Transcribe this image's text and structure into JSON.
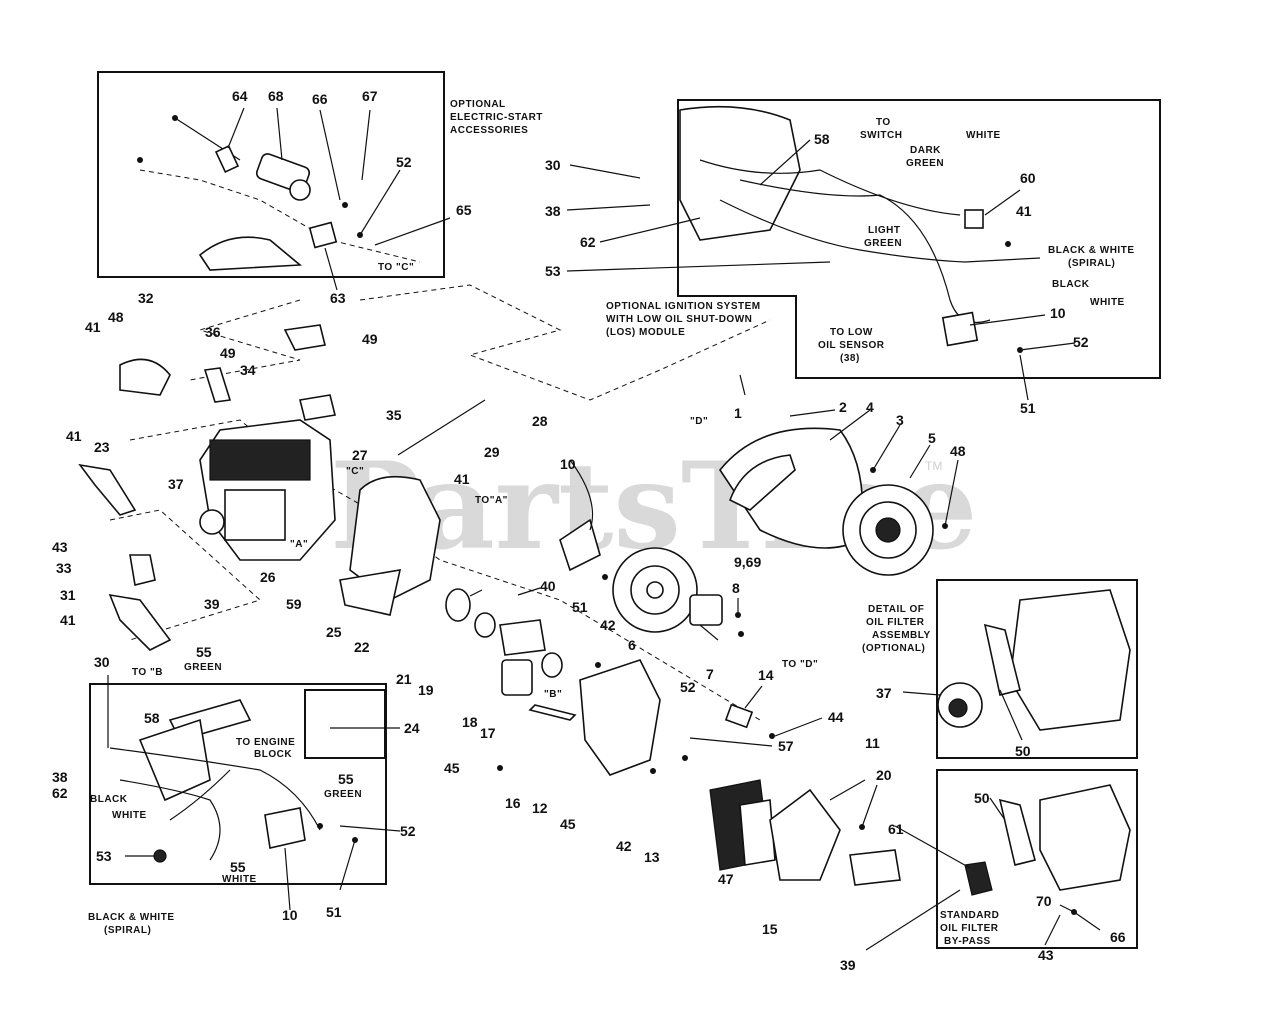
{
  "watermark": {
    "text": "PartsTree",
    "tm": "TM"
  },
  "captions": [
    {
      "id": "opt-electric-1",
      "text": "OPTIONAL"
    },
    {
      "id": "opt-electric-2",
      "text": "ELECTRIC-START"
    },
    {
      "id": "opt-electric-3",
      "text": "ACCESSORIES"
    },
    {
      "id": "to-switch-1",
      "text": "TO"
    },
    {
      "id": "to-switch-2",
      "text": "SWITCH"
    },
    {
      "id": "white-top",
      "text": "WHITE"
    },
    {
      "id": "dark-green-1",
      "text": "DARK"
    },
    {
      "id": "dark-green-2",
      "text": "GREEN"
    },
    {
      "id": "light-green-1",
      "text": "LIGHT"
    },
    {
      "id": "light-green-2",
      "text": "GREEN"
    },
    {
      "id": "black-white-1",
      "text": "BLACK & WHITE"
    },
    {
      "id": "black-white-2",
      "text": "(SPIRAL)"
    },
    {
      "id": "black-top",
      "text": "BLACK"
    },
    {
      "id": "white-mid",
      "text": "WHITE"
    },
    {
      "id": "opt-ignition-1",
      "text": "OPTIONAL IGNITION SYSTEM"
    },
    {
      "id": "opt-ignition-2",
      "text": "WITH LOW OIL SHUT-DOWN"
    },
    {
      "id": "opt-ignition-3",
      "text": "(LOS) MODULE"
    },
    {
      "id": "to-low-oil-1",
      "text": "TO LOW"
    },
    {
      "id": "to-low-oil-2",
      "text": "OIL SENSOR"
    },
    {
      "id": "to-low-oil-3",
      "text": "(38)"
    },
    {
      "id": "to-c-top",
      "text": "TO \"C\""
    },
    {
      "id": "label-d-1",
      "text": "\"D\""
    },
    {
      "id": "label-c",
      "text": "\"C\""
    },
    {
      "id": "label-a",
      "text": "\"A\""
    },
    {
      "id": "to-a",
      "text": "TO\"A\""
    },
    {
      "id": "to-d",
      "text": "TO \"D\""
    },
    {
      "id": "label-b",
      "text": "\"B\""
    },
    {
      "id": "to-b",
      "text": "TO \"B"
    },
    {
      "id": "detail-oil-1",
      "text": "DETAIL OF"
    },
    {
      "id": "detail-oil-2",
      "text": "OIL FILTER"
    },
    {
      "id": "detail-oil-3",
      "text": "ASSEMBLY"
    },
    {
      "id": "detail-oil-4",
      "text": "(OPTIONAL)"
    },
    {
      "id": "green-left",
      "text": "GREEN"
    },
    {
      "id": "to-engine-1",
      "text": "TO ENGINE"
    },
    {
      "id": "to-engine-2",
      "text": "BLOCK"
    },
    {
      "id": "green-right",
      "text": "GREEN"
    },
    {
      "id": "black-left",
      "text": "BLACK"
    },
    {
      "id": "white-left",
      "text": "WHITE"
    },
    {
      "id": "white-small",
      "text": "WHITE"
    },
    {
      "id": "bw-bottom-1",
      "text": "BLACK & WHITE"
    },
    {
      "id": "bw-bottom-2",
      "text": "(SPIRAL)"
    },
    {
      "id": "std-oil-1",
      "text": "STANDARD"
    },
    {
      "id": "std-oil-2",
      "text": "OIL FILTER"
    },
    {
      "id": "std-oil-3",
      "text": "BY-PASS"
    }
  ],
  "part_numbers": [
    {
      "id": "p64",
      "text": "64"
    },
    {
      "id": "p68",
      "text": "68"
    },
    {
      "id": "p66a",
      "text": "66"
    },
    {
      "id": "p67",
      "text": "67"
    },
    {
      "id": "p52a",
      "text": "52"
    },
    {
      "id": "p65",
      "text": "65"
    },
    {
      "id": "p63",
      "text": "63"
    },
    {
      "id": "p30a",
      "text": "30"
    },
    {
      "id": "p58a",
      "text": "58"
    },
    {
      "id": "p38a",
      "text": "38"
    },
    {
      "id": "p62a",
      "text": "62"
    },
    {
      "id": "p53a",
      "text": "53"
    },
    {
      "id": "p60",
      "text": "60"
    },
    {
      "id": "p41a",
      "text": "41"
    },
    {
      "id": "p10a",
      "text": "10"
    },
    {
      "id": "p52b",
      "text": "52"
    },
    {
      "id": "p51a",
      "text": "51"
    },
    {
      "id": "p32",
      "text": "32"
    },
    {
      "id": "p48a",
      "text": "48"
    },
    {
      "id": "p41b",
      "text": "41"
    },
    {
      "id": "p36",
      "text": "36"
    },
    {
      "id": "p49a",
      "text": "49"
    },
    {
      "id": "p49b",
      "text": "49"
    },
    {
      "id": "p34",
      "text": "34"
    },
    {
      "id": "p35",
      "text": "35"
    },
    {
      "id": "p41c",
      "text": "41"
    },
    {
      "id": "p23",
      "text": "23"
    },
    {
      "id": "p27",
      "text": "27"
    },
    {
      "id": "p28",
      "text": "28"
    },
    {
      "id": "p29",
      "text": "29"
    },
    {
      "id": "p1",
      "text": "1"
    },
    {
      "id": "p2",
      "text": "2"
    },
    {
      "id": "p4",
      "text": "4"
    },
    {
      "id": "p3",
      "text": "3"
    },
    {
      "id": "p5",
      "text": "5"
    },
    {
      "id": "p48b",
      "text": "48"
    },
    {
      "id": "p37a",
      "text": "37"
    },
    {
      "id": "p41d",
      "text": "41"
    },
    {
      "id": "p10b",
      "text": "10"
    },
    {
      "id": "p43a",
      "text": "43"
    },
    {
      "id": "p33",
      "text": "33"
    },
    {
      "id": "p26",
      "text": "26"
    },
    {
      "id": "p59",
      "text": "59"
    },
    {
      "id": "p39a",
      "text": "39"
    },
    {
      "id": "p31",
      "text": "31"
    },
    {
      "id": "p9-69",
      "text": "9,69"
    },
    {
      "id": "p51b",
      "text": "51"
    },
    {
      "id": "p40",
      "text": "40"
    },
    {
      "id": "p8",
      "text": "8"
    },
    {
      "id": "p6",
      "text": "6"
    },
    {
      "id": "p7",
      "text": "7"
    },
    {
      "id": "p41e",
      "text": "41"
    },
    {
      "id": "p25",
      "text": "25"
    },
    {
      "id": "p22",
      "text": "22"
    },
    {
      "id": "p21",
      "text": "21"
    },
    {
      "id": "p19",
      "text": "19"
    },
    {
      "id": "p42a",
      "text": "42"
    },
    {
      "id": "p14",
      "text": "14"
    },
    {
      "id": "p44",
      "text": "44"
    },
    {
      "id": "p52c",
      "text": "52"
    },
    {
      "id": "p57",
      "text": "57"
    },
    {
      "id": "p18",
      "text": "18"
    },
    {
      "id": "p17",
      "text": "17"
    },
    {
      "id": "p45a",
      "text": "45"
    },
    {
      "id": "p16",
      "text": "16"
    },
    {
      "id": "p12",
      "text": "12"
    },
    {
      "id": "p45b",
      "text": "45"
    },
    {
      "id": "p42b",
      "text": "42"
    },
    {
      "id": "p11",
      "text": "11"
    },
    {
      "id": "p20",
      "text": "20"
    },
    {
      "id": "p13",
      "text": "13"
    },
    {
      "id": "p47",
      "text": "47"
    },
    {
      "id": "p15",
      "text": "15"
    },
    {
      "id": "p37b",
      "text": "37"
    },
    {
      "id": "p50a",
      "text": "50"
    },
    {
      "id": "p50b",
      "text": "50"
    },
    {
      "id": "p61",
      "text": "61"
    },
    {
      "id": "p70",
      "text": "70"
    },
    {
      "id": "p66b",
      "text": "66"
    },
    {
      "id": "p43b",
      "text": "43"
    },
    {
      "id": "p39b",
      "text": "39"
    },
    {
      "id": "p30b",
      "text": "30"
    },
    {
      "id": "p55a",
      "text": "55"
    },
    {
      "id": "p58b",
      "text": "58"
    },
    {
      "id": "p24",
      "text": "24"
    },
    {
      "id": "p38b",
      "text": "38"
    },
    {
      "id": "p62b",
      "text": "62"
    },
    {
      "id": "p55b",
      "text": "55"
    },
    {
      "id": "p52d",
      "text": "52"
    },
    {
      "id": "p53b",
      "text": "53"
    },
    {
      "id": "p55c",
      "text": "55"
    },
    {
      "id": "p10c",
      "text": "10"
    },
    {
      "id": "p51c",
      "text": "51"
    }
  ]
}
